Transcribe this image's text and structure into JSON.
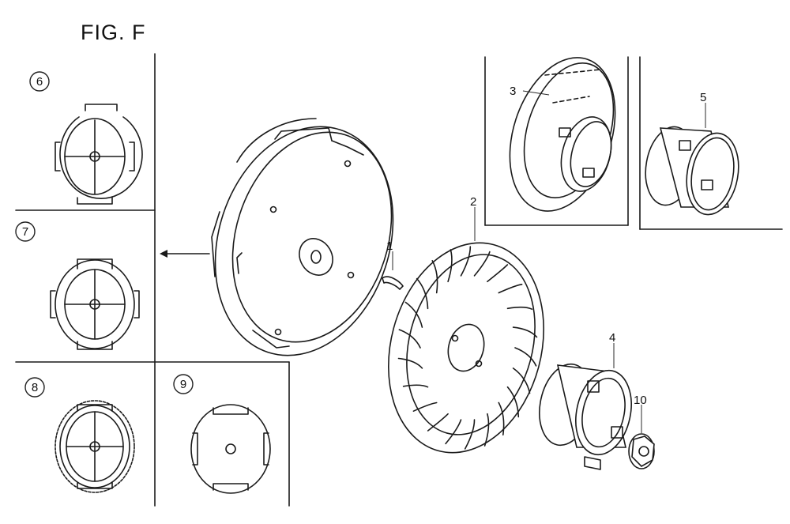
{
  "figure": {
    "title": "FIG. F"
  },
  "callouts": {
    "c1": "1",
    "c2": "2",
    "c3": "3",
    "c4": "4",
    "c5": "5",
    "c6": "6",
    "c7": "7",
    "c8": "8",
    "c9": "9",
    "c10": "10"
  },
  "colors": {
    "ink": "#1a1a1a",
    "paper": "#ffffff"
  }
}
